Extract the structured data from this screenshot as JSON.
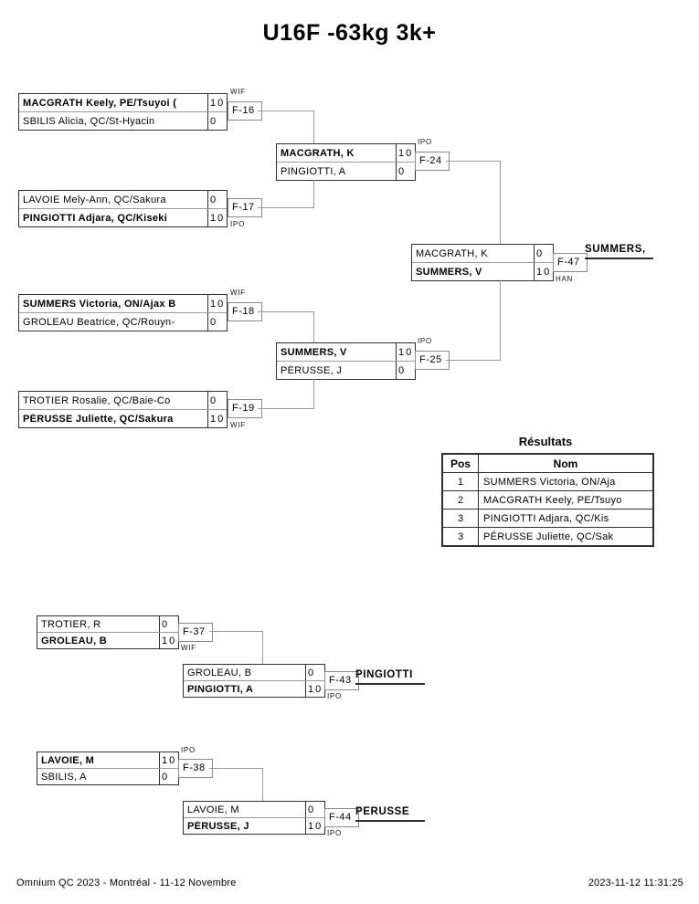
{
  "title": "U16F -63kg 3k+",
  "bracket": {
    "round1": [
      {
        "code": "F-16",
        "tag": "WIF",
        "p1": {
          "name": "MACGRATH Keely, PE/Tsuyoi (",
          "score": "10"
        },
        "p2": {
          "name": "SBILIS Alicia, QC/St-Hyacin",
          "score": "0"
        }
      },
      {
        "code": "F-17",
        "tag": "IPO",
        "p1": {
          "name": "LAVOIE Mely-Ann, QC/Sakura",
          "score": "0"
        },
        "p2": {
          "name": "PINGIOTTI Adjara, QC/Kiseki",
          "score": "10"
        }
      },
      {
        "code": "F-18",
        "tag": "WIF",
        "p1": {
          "name": "SUMMERS Victoria, ON/Ajax B",
          "score": "10"
        },
        "p2": {
          "name": "GROLEAU Beatrice, QC/Rouyn-",
          "score": "0"
        }
      },
      {
        "code": "F-19",
        "tag": "WIF",
        "p1": {
          "name": "TROTIER Rosalie, QC/Baie-Co",
          "score": "0"
        },
        "p2": {
          "name": "PÉRUSSE Juliette, QC/Sakura",
          "score": "10"
        }
      }
    ],
    "semifinals": [
      {
        "code": "F-24",
        "tag": "IPO",
        "p1": {
          "name": "MACGRATH, K",
          "score": "10"
        },
        "p2": {
          "name": "PINGIOTTI, A",
          "score": "0"
        }
      },
      {
        "code": "F-25",
        "tag": "IPO",
        "p1": {
          "name": "SUMMERS, V",
          "score": "10"
        },
        "p2": {
          "name": "PÉRUSSE, J",
          "score": "0"
        }
      }
    ],
    "final": {
      "code": "F-47",
      "tag": "HAN",
      "p1": {
        "name": "MACGRATH, K",
        "score": "0"
      },
      "p2": {
        "name": "SUMMERS, V",
        "score": "10"
      },
      "winner": "SUMMERS,"
    }
  },
  "repechage_a": {
    "m1": {
      "code": "F-37",
      "tag": "WIF",
      "p1": {
        "name": "TROTIER, R",
        "score": "0"
      },
      "p2": {
        "name": "GROLEAU, B",
        "score": "10"
      }
    },
    "m2": {
      "code": "F-43",
      "tag": "IPO",
      "p1": {
        "name": "GROLEAU, B",
        "score": "0"
      },
      "p2": {
        "name": "PINGIOTTI, A",
        "score": "10"
      },
      "winner": "PINGIOTTI"
    }
  },
  "repechage_b": {
    "m1": {
      "code": "F-38",
      "tag": "IPO",
      "p1": {
        "name": "LAVOIE, M",
        "score": "10"
      },
      "p2": {
        "name": "SBILIS, A",
        "score": "0"
      }
    },
    "m2": {
      "code": "F-44",
      "tag": "IPO",
      "p1": {
        "name": "LAVOIE, M",
        "score": "0"
      },
      "p2": {
        "name": "PÉRUSSE, J",
        "score": "10"
      },
      "winner": "PÉRUSSE"
    }
  },
  "results": {
    "title": "Résultats",
    "columns": {
      "pos": "Pos",
      "nom": "Nom"
    },
    "rows": [
      {
        "pos": "1",
        "nom": "SUMMERS Victoria, ON/Aja"
      },
      {
        "pos": "2",
        "nom": "MACGRATH Keely, PE/Tsuyo"
      },
      {
        "pos": "3",
        "nom": "PINGIOTTI Adjara, QC/Kis"
      },
      {
        "pos": "3",
        "nom": "PÉRUSSE Juliette, QC/Sak"
      }
    ]
  },
  "footer": {
    "left": "Omnium QC 2023 - Montréal - 11-12 Novembre",
    "right": "2023-11-12 11:31:25"
  }
}
